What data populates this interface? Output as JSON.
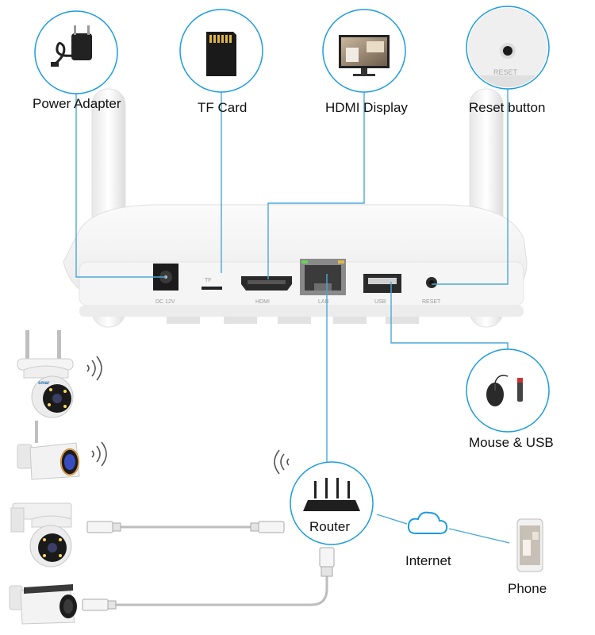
{
  "peripherals": {
    "power": {
      "label": "Power Adapter",
      "icon": "power-adapter-icon"
    },
    "tf": {
      "label": "TF Card",
      "icon": "sd-card-icon"
    },
    "hdmi": {
      "label": "HDMI Display",
      "icon": "monitor-icon"
    },
    "reset": {
      "label": "Reset button",
      "icon": "reset-button-icon",
      "panel_text": "RESET"
    },
    "mouse": {
      "label": "Mouse & USB",
      "icon": "mouse-usb-icon"
    }
  },
  "nvr": {
    "ports": {
      "dc": "DC 12V",
      "tf": "TF",
      "hdmi": "HDMI",
      "lan": "LAN",
      "usb": "USB",
      "reset": "RESET"
    }
  },
  "router": {
    "label": "Router",
    "icon": "router-icon"
  },
  "internet": {
    "label": "Internet",
    "icon": "cloud-icon"
  },
  "phone": {
    "label": "Phone",
    "icon": "phone-icon"
  },
  "cameras": {
    "brand": "smar"
  },
  "colors": {
    "accent": "#1b9be0",
    "line": "#4aa8d8",
    "device_body": "#f2f2f2"
  }
}
